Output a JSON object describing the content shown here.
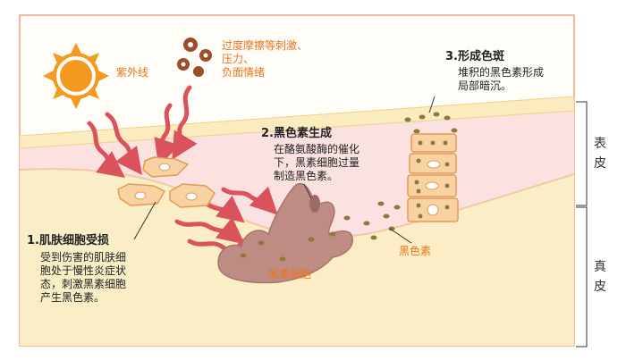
{
  "labels": {
    "uv": "紫外线",
    "stimuli": [
      "过度摩擦等刺激、",
      "压力、",
      "负面情绪"
    ],
    "step1_title": "1.肌肤细胞受损",
    "step1_body": [
      "受到伤害的肌肤细",
      "胞处于慢性炎症状",
      "态，刺激黑素细胞",
      "产生黑色素。"
    ],
    "step2_title": "2.黑色素生成",
    "step2_body": [
      "在酪氨酸酶的催化",
      "下，黑素细胞过量",
      "制造黑色素。"
    ],
    "step3_title": "3.形成色斑",
    "step3_body": [
      "堆积的黑色素形成",
      "局部暗沉。"
    ],
    "melanin": "黑色素",
    "melanocyte": "黑素细胞",
    "epidermis": [
      "表",
      "皮"
    ],
    "dermis": [
      "真",
      "皮"
    ]
  },
  "colors": {
    "frame": "#f0b9a0",
    "dermis": "#fbeec7",
    "epidermis": "#fce1e1",
    "horny_layer": "#fbecc0",
    "sun": "#f39a1f",
    "arrow": "#d9525c",
    "cell": "#f8d2a2",
    "cell_edge": "#e39a55",
    "melanocyte": "#bf8c84",
    "melanin_dot": "#8c7a3c",
    "text_orange": "#e8741c"
  }
}
